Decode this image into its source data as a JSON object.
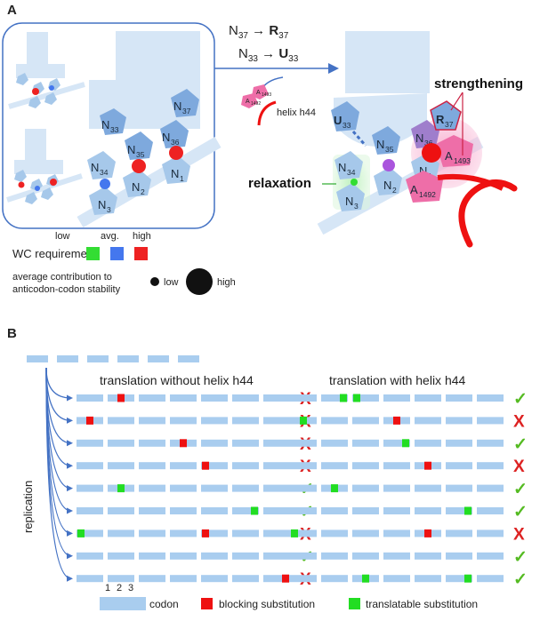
{
  "panel_a": {
    "label": "A",
    "arrow_text_1": "N",
    "arrow_text_1_sub": "37",
    "arrow_text_1_to": "R",
    "arrow_text_1_to_sub": "37",
    "arrow_text_2": "N",
    "arrow_text_2_sub": "33",
    "arrow_text_2_to": "U",
    "arrow_text_2_to_sub": "33",
    "left_nucleotides": [
      {
        "name": "N",
        "sub": "33"
      },
      {
        "name": "N",
        "sub": "35"
      },
      {
        "name": "N",
        "sub": "36"
      },
      {
        "name": "N",
        "sub": "37"
      },
      {
        "name": "N",
        "sub": "34"
      },
      {
        "name": "N",
        "sub": "2"
      },
      {
        "name": "N",
        "sub": "1"
      },
      {
        "name": "N",
        "sub": "3"
      }
    ],
    "right_nucleotides": [
      {
        "name": "U",
        "sub": "33"
      },
      {
        "name": "N",
        "sub": "35"
      },
      {
        "name": "N",
        "sub": "36"
      },
      {
        "name": "R",
        "sub": "37"
      },
      {
        "name": "N",
        "sub": "34"
      },
      {
        "name": "N",
        "sub": "2"
      },
      {
        "name": "N",
        "sub": "1"
      },
      {
        "name": "N",
        "sub": "3"
      },
      {
        "name": "A",
        "sub": "1493"
      },
      {
        "name": "A",
        "sub": "1492"
      }
    ],
    "helix_icon_a1493": "A",
    "helix_icon_a1493_sub": "1493",
    "helix_icon_a1492": "A",
    "helix_icon_a1492_sub": "1492",
    "helix_label": "helix h44",
    "strengthening_label": "strengthening",
    "relaxation_label": "relaxation",
    "legend": {
      "wc_title": "WC requirement",
      "levels": [
        "low",
        "avg.",
        "high"
      ],
      "level_colors": [
        "#33dd33",
        "#4477ee",
        "#ee2222"
      ],
      "contribution_title_1": "average contribution to",
      "contribution_title_2": "anticodon-codon stability",
      "contribution_low": "low",
      "contribution_high": "high"
    }
  },
  "panel_b": {
    "label": "B",
    "left_title": "translation without helix h44",
    "right_title": "translation with helix h44",
    "replication_label": "replication",
    "left_results": [
      "X",
      "X",
      "X",
      "X",
      "✓",
      "✓",
      "X",
      "✓",
      "X"
    ],
    "right_results": [
      "✓",
      "X",
      "✓",
      "X",
      "✓",
      "✓",
      "X",
      "✓",
      "✓"
    ],
    "codon_numbers": [
      "1",
      "2",
      "3"
    ],
    "legend": {
      "codon": "codon",
      "blocking": "blocking substitution",
      "translatable": "translatable substitution"
    },
    "colors": {
      "codon": "#a9cdef",
      "blocking": "#ee1111",
      "translatable": "#22dd22",
      "ok_mark": "#55bb22",
      "fail_mark": "#dd2222",
      "arrow": "#4472c4"
    }
  }
}
